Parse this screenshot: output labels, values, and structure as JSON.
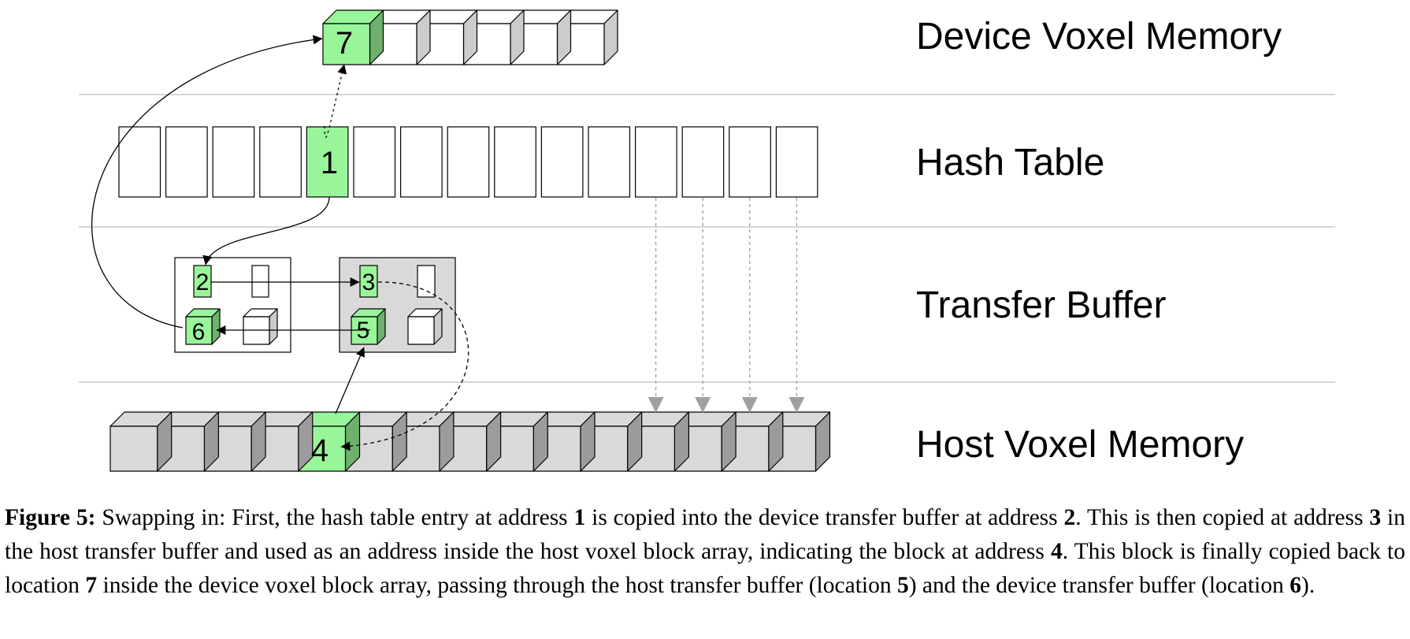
{
  "layers": {
    "device_voxel_memory": "Device Voxel Memory",
    "hash_table": "Hash Table",
    "transfer_buffer": "Transfer Buffer",
    "host_voxel_memory": "Host Voxel Memory"
  },
  "addresses": {
    "hash_entry": "1",
    "device_buffer_entry": "2",
    "host_buffer_entry": "3",
    "host_block": "4",
    "host_buffer_block": "5",
    "device_buffer_block": "6",
    "device_block": "7"
  },
  "caption": {
    "figure_label": "Figure 5:",
    "t1": " Swapping in: First, the hash table entry at address ",
    "b1": "1",
    "t2": " is copied into the device transfer buffer at address ",
    "b2": "2",
    "t3": ". This is then copied at address ",
    "b3": "3",
    "t4": " in the host transfer buffer and used as an address inside the host voxel block array, indicating the block at address ",
    "b4": "4",
    "t5": ". This block is finally copied back to location ",
    "b5": "7",
    "t6": " inside the device voxel block array, passing through the host transfer buffer (location ",
    "b6": "5",
    "t7": ") and the device transfer buffer (location ",
    "b7": "6",
    "t8": ")."
  },
  "colors": {
    "highlight": "#99f599",
    "host_block": "#d9d9d9",
    "separator": "#c8c8c8",
    "dashed_arrow": "#a0a0a0"
  }
}
